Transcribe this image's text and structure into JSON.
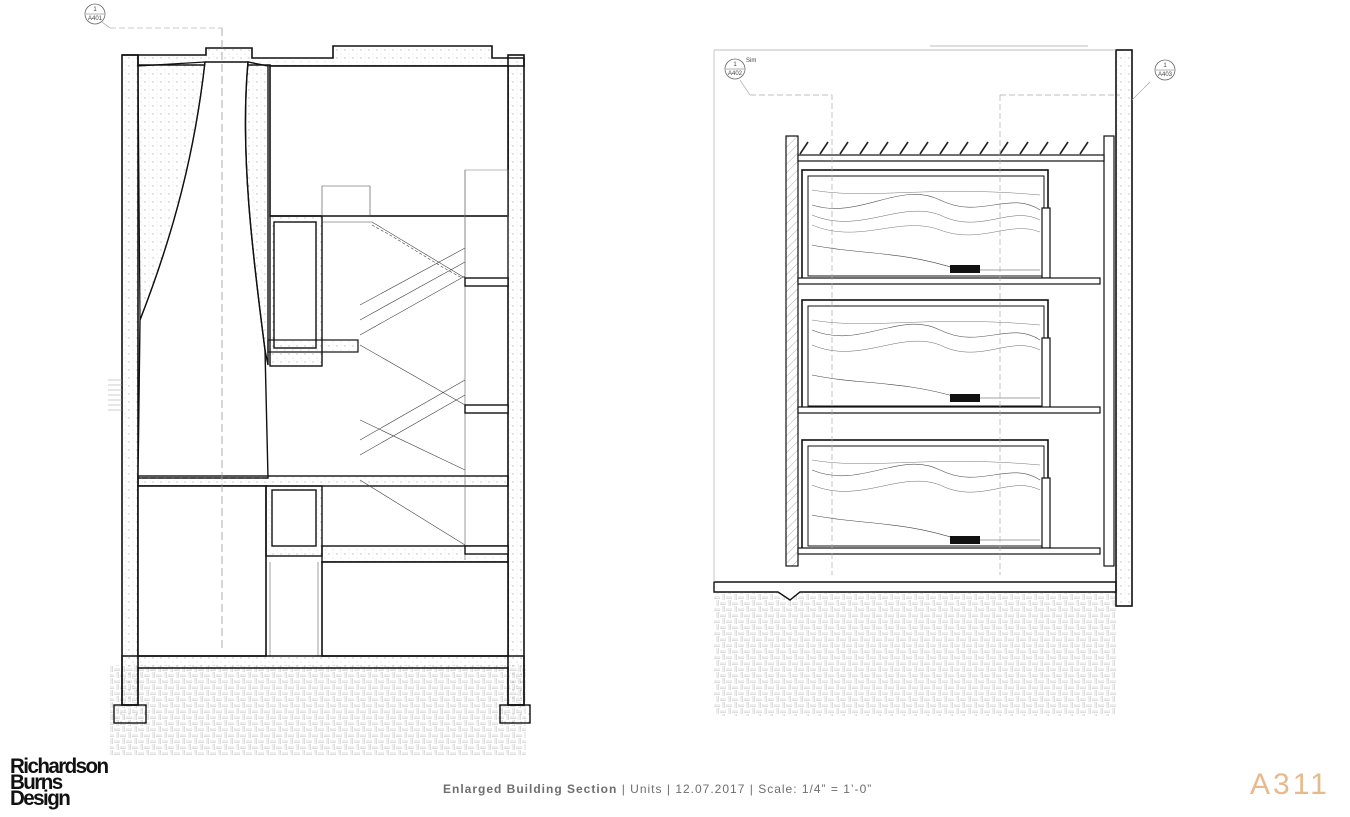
{
  "title_block": {
    "firm_line1": "Richardson",
    "firm_line2": "Burns",
    "firm_line3": "Design",
    "sheet_title": "Enlarged Building Section",
    "sep": "|",
    "units": "Units",
    "date": "12.07.2017",
    "scale": "Scale: 1/4” = 1’-0”",
    "sheet_number": "A311"
  },
  "section_tags": {
    "left": {
      "num": "1",
      "ref": "A401"
    },
    "right_a": {
      "num": "1",
      "ref": "A402"
    },
    "right_b": {
      "num": "1",
      "ref": "A403"
    },
    "right_a_note": "Sim"
  },
  "colors": {
    "line": "#111111",
    "grey": "#9a9a9a",
    "accent": "#e8b98c"
  }
}
